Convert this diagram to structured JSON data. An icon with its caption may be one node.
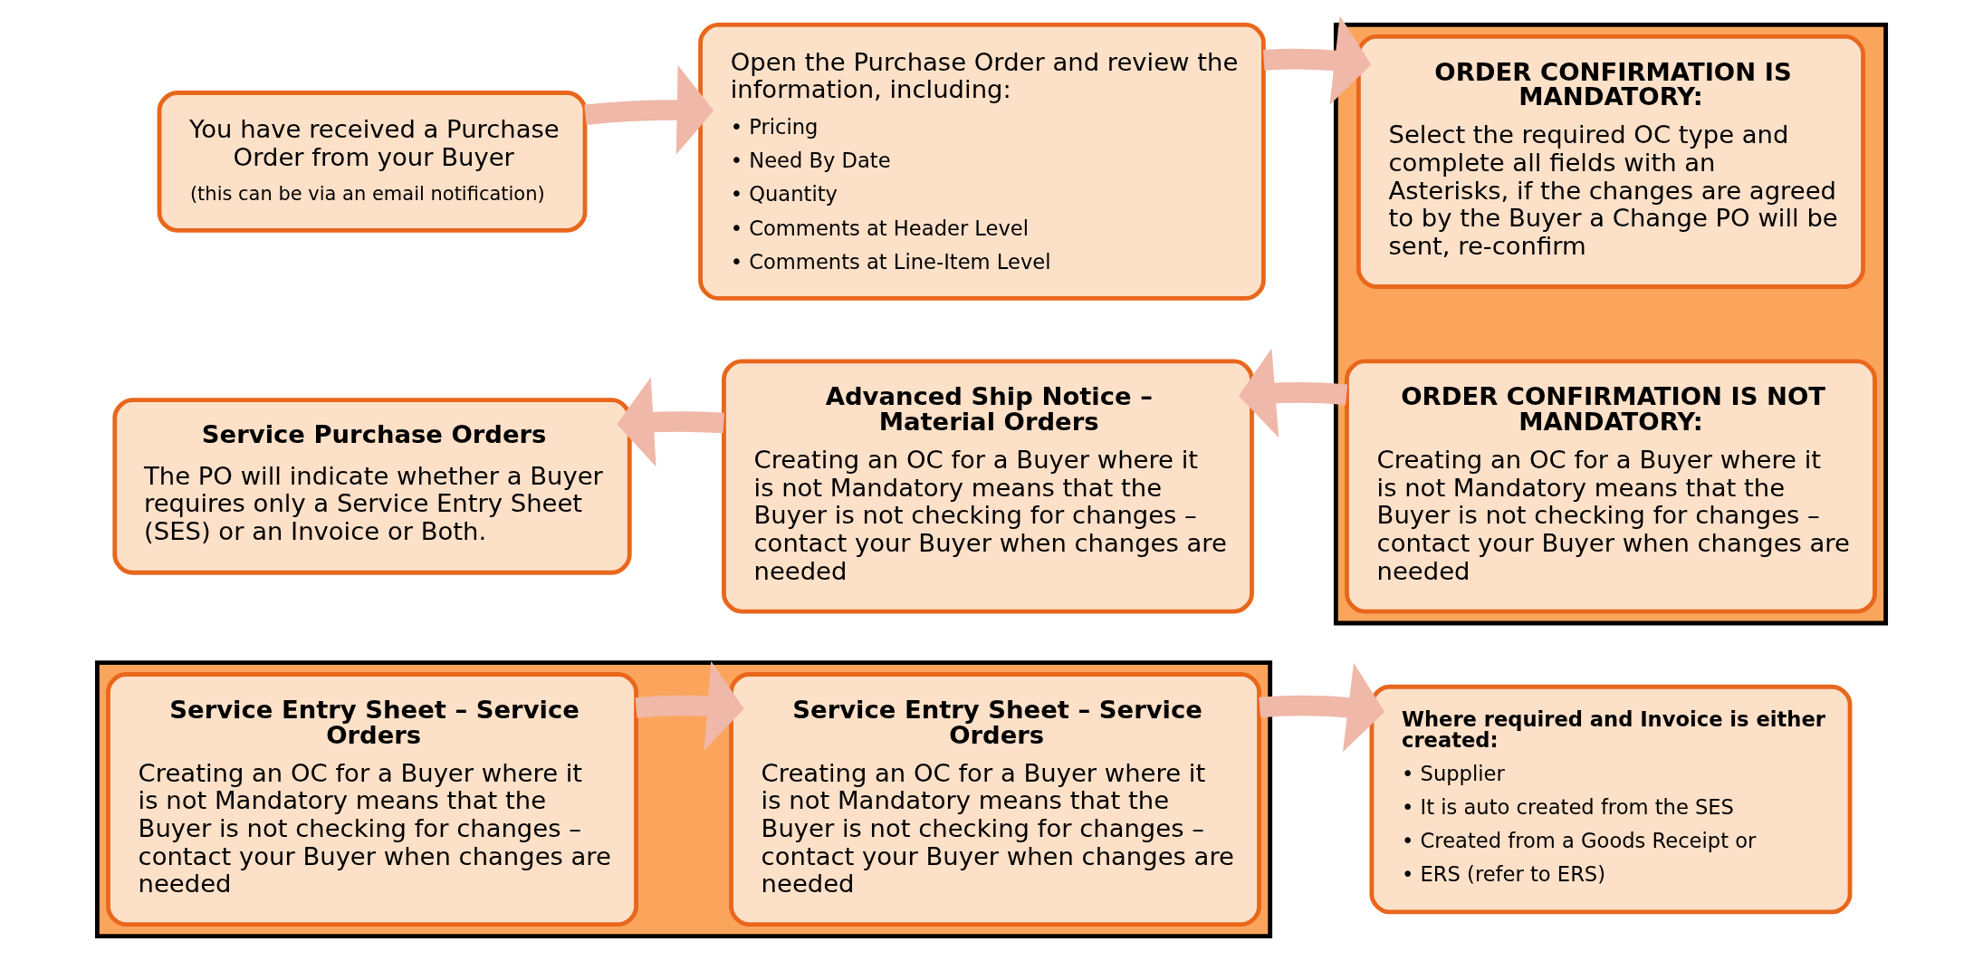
{
  "diagram": {
    "nodes": [
      {
        "text": [
          "You have received a Purchase Order from your Buyer",
          "(this can be via an email notification)"
        ]
      },
      {
        "text": [
          "Open the Purchase Order and review the information, including:",
          "• Pricing",
          "• Need By Date",
          "• Quantity",
          "• Comments at Header Level",
          "• Comments at Line-Item Level"
        ]
      },
      {
        "text": [],
        "shape": "box"
      },
      {
        "text": [
          "ORDER CONFIRMATION IS MANDATORY:",
          "Select the required OC type and complete all fields with an Asterisks, if the changes are agreed to by the Buyer a Change PO will be sent, re-confirm"
        ],
        "in": 2
      },
      {
        "text": [
          "Service Purchase Orders",
          "The PO will indicate whether a Buyer requires only a Service Entry Sheet (SES) or an Invoice or Both."
        ]
      },
      {
        "text": [
          "Advanced Ship Notice – Material Orders",
          "Creating an OC for a Buyer where it is not Mandatory means that the Buyer is not checking for changes – contact your Buyer when changes are needed"
        ]
      },
      {
        "text": [
          "ORDER CONFIRMATION IS NOT MANDATORY:",
          "Creating an OC for a Buyer where it is not Mandatory means that the Buyer is not checking for changes – contact your Buyer when changes are needed"
        ],
        "in": 2
      },
      {
        "text": [],
        "shape": "box"
      },
      {
        "text": [
          "Service Entry Sheet – Service Orders",
          "Creating an OC for a Buyer where it is not Mandatory means that the Buyer is not checking for changes – contact your Buyer when changes are needed"
        ],
        "in": 7
      },
      {
        "text": [
          "Service Entry Sheet – Service Orders",
          "Creating an OC for a Buyer where it is not Mandatory means that the Buyer is not checking for changes – contact your Buyer when changes are needed"
        ],
        "in": 7
      },
      {
        "text": [
          "Where required and Invoice is either created:",
          "• Supplier",
          "• It is auto created from the SES",
          "• Created from a Goods Receipt or",
          "• ERS (refer to ERS)"
        ]
      }
    ],
    "edges": [
      {
        "from": 0,
        "to": 1,
        "arrow": "to"
      },
      {
        "from": 1,
        "to": 3,
        "arrow": "to"
      },
      {
        "from": 6,
        "to": 5,
        "arrow": "to"
      },
      {
        "from": 5,
        "to": 4,
        "arrow": "to"
      },
      {
        "from": 8,
        "to": 9,
        "arrow": "to"
      },
      {
        "from": 9,
        "to": 10,
        "arrow": "to"
      }
    ]
  }
}
